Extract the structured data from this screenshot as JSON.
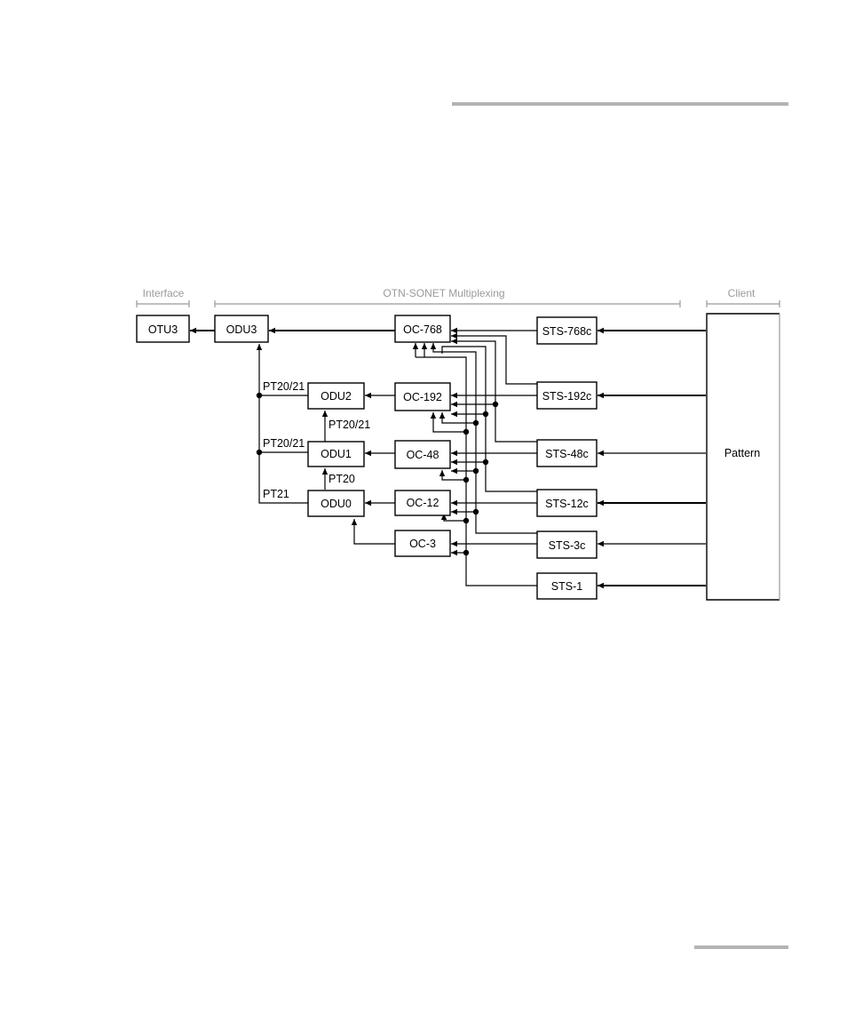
{
  "diagram": {
    "sections": {
      "interface": "Interface",
      "multiplexing": "OTN-SONET Multiplexing",
      "client": "Client"
    },
    "nodes": {
      "otu3": "OTU3",
      "odu3": "ODU3",
      "odu2": "ODU2",
      "odu1": "ODU1",
      "odu0": "ODU0",
      "oc768": "OC-768",
      "oc192": "OC-192",
      "oc48": "OC-48",
      "oc12": "OC-12",
      "oc3": "OC-3",
      "sts768c": "STS-768c",
      "sts192c": "STS-192c",
      "sts48c": "STS-48c",
      "sts12c": "STS-12c",
      "sts3c": "STS-3c",
      "sts1": "STS-1",
      "pattern": "Pattern"
    },
    "edge_labels": {
      "odu2_pt": "PT20/21",
      "odu1_pt": "PT20/21",
      "odu0_pt": "PT21",
      "odu1_to_odu2": "PT20/21",
      "odu0_to_odu1": "PT20"
    }
  }
}
